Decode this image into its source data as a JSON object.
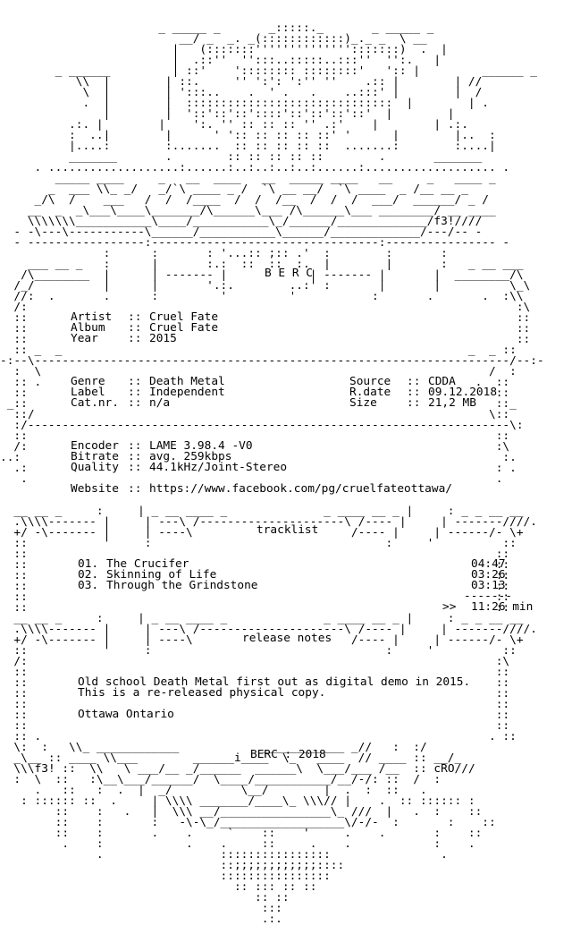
{
  "header": {
    "group": "B E R C",
    "f3_tag": "f3!"
  },
  "info": {
    "artist_label": "Artist",
    "artist": "Cruel Fate",
    "album_label": "Album",
    "album": "Cruel Fate",
    "year_label": "Year",
    "year": "2015",
    "genre_label": "Genre",
    "genre": "Death Metal",
    "label_label": "Label",
    "label": "Independent",
    "catnr_label": "Cat.nr.",
    "catnr": "n/a",
    "source_label": "Source",
    "source": "CDDA",
    "rdate_label": "R.date",
    "rdate": "09.12.2018",
    "size_label": "Size",
    "size": "21,2 MB",
    "encoder_label": "Encoder",
    "encoder": "LAME 3.98.4 -V0",
    "bitrate_label": "Bitrate",
    "bitrate": "avg. 259kbps",
    "quality_label": "Quality",
    "quality": "44.1kHz/Joint-Stereo",
    "website_label": "Website",
    "website": "https://www.facebook.com/pg/cruelfateottawa/",
    "sep": "::"
  },
  "tracklist": {
    "title": "tracklist",
    "tracks": [
      {
        "no": "01.",
        "title": "The Crucifer",
        "time": "04:47"
      },
      {
        "no": "02.",
        "title": "Skinning of Life",
        "time": "03:26"
      },
      {
        "no": "03.",
        "title": "Through the Grindstone",
        "time": "03:13"
      }
    ],
    "total_prefix": ">>",
    "total": "11:26 min"
  },
  "notes": {
    "title": "release notes",
    "line1": "Old school Death Metal first out as digital demo in 2015.",
    "line2": "This is a re-released physical copy.",
    "line3": "Ottawa Ontario"
  },
  "footer": {
    "credit": "BERC : 2018",
    "left_tag": "f3!",
    "right_tag": "cRO"
  }
}
